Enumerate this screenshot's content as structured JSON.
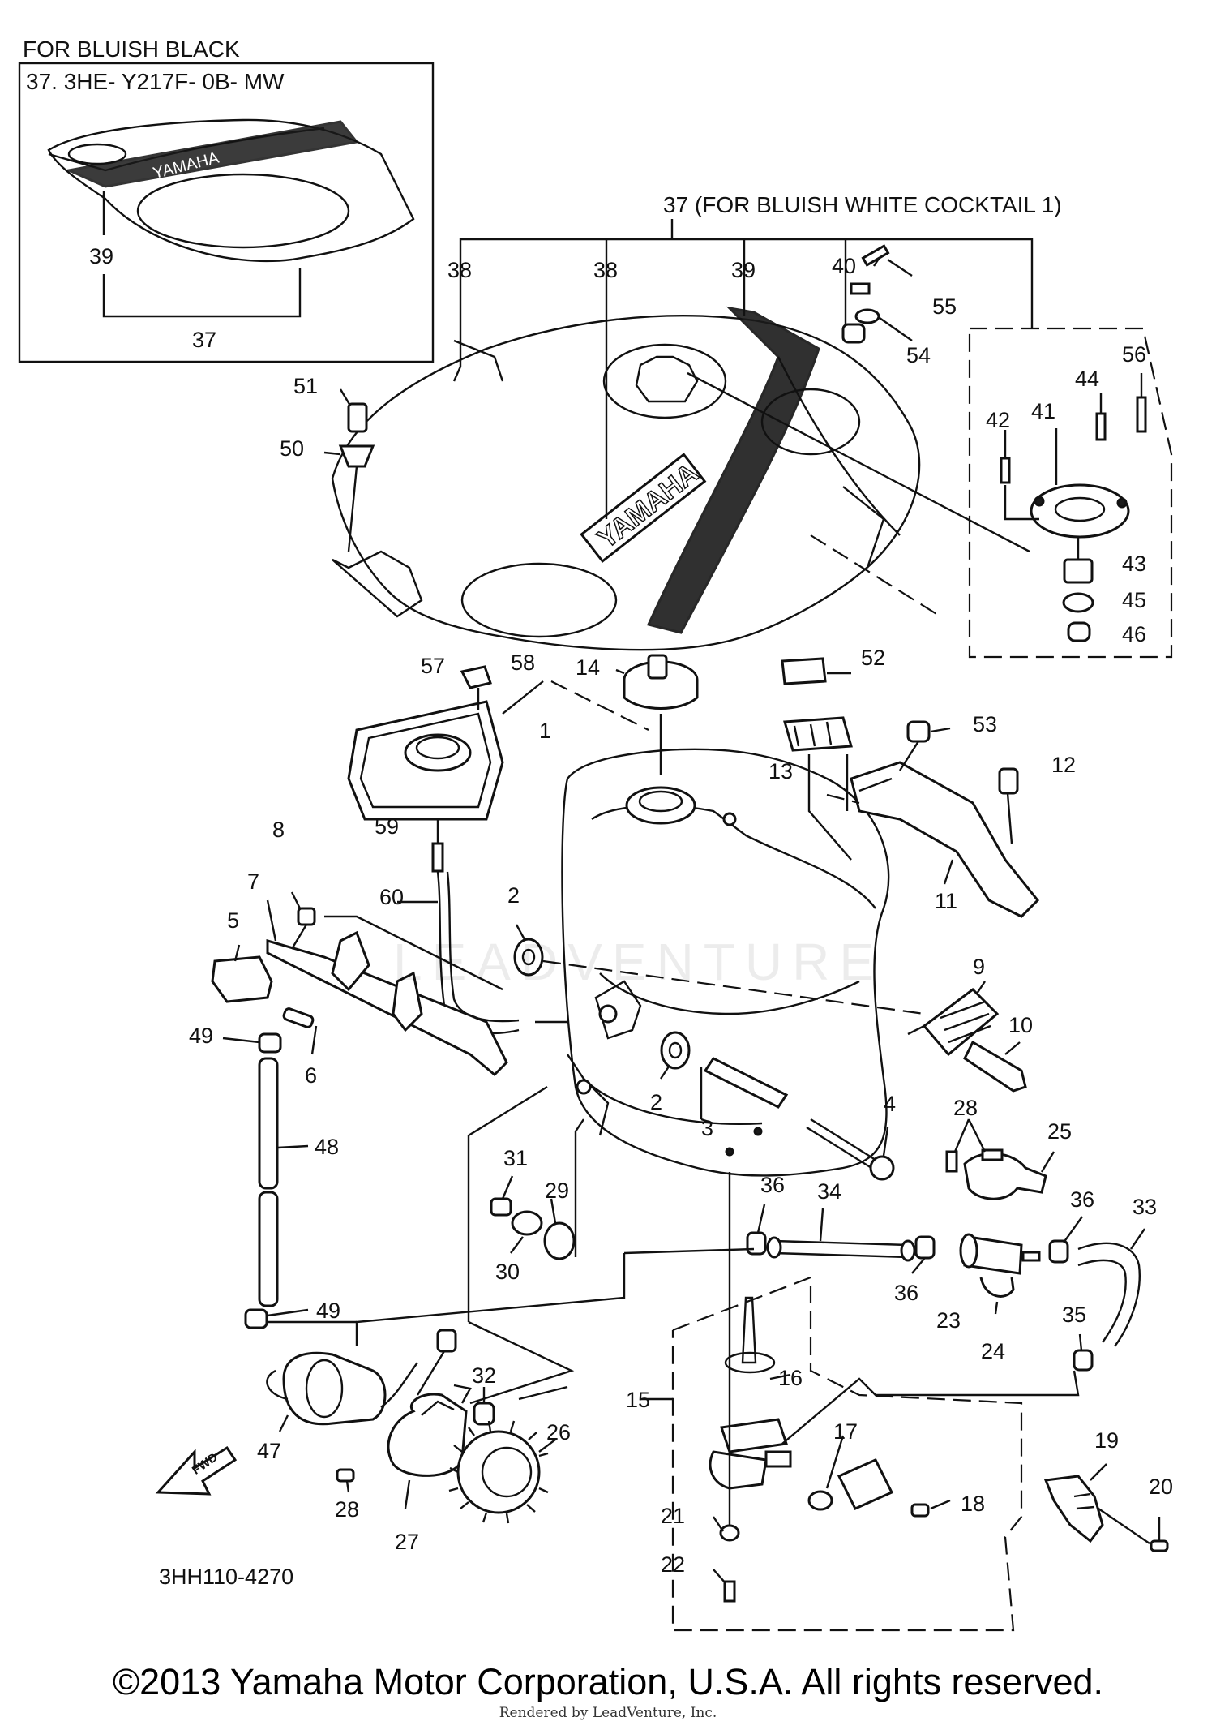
{
  "inset": {
    "title": "FOR BLUISH BLACK",
    "part_code": "37. 3HE- Y217F- 0B- MW",
    "label_39": "39",
    "label_37": "37",
    "logo_text": "YAMAHA"
  },
  "header_37": "37 (FOR BLUISH WHITE COCKTAIL 1)",
  "tank_logo_text": "YAMAHA",
  "diagram_code": "3HH110-4270",
  "fwd_label": "FWD",
  "watermark": "LEADVENTURE",
  "copyright": "©2013 Yamaha Motor Corporation, U.S.A. All rights reserved.",
  "rendered_by": "Rendered by LeadVenture, Inc.",
  "callouts": {
    "c1": "1",
    "c2a": "2",
    "c2b": "2",
    "c3": "3",
    "c4": "4",
    "c5": "5",
    "c6": "6",
    "c7": "7",
    "c8": "8",
    "c9": "9",
    "c10": "10",
    "c11": "11",
    "c12": "12",
    "c13": "13",
    "c14": "14",
    "c15": "15",
    "c16": "16",
    "c17": "17",
    "c18": "18",
    "c19": "19",
    "c20": "20",
    "c21": "21",
    "c22": "22",
    "c23": "23",
    "c24": "24",
    "c25": "25",
    "c26": "26",
    "c27": "27",
    "c28a": "28",
    "c28b": "28",
    "c29": "29",
    "c30": "30",
    "c31": "31",
    "c32": "32",
    "c33": "33",
    "c34": "34",
    "c35": "35",
    "c36a": "36",
    "c36b": "36",
    "c36c": "36",
    "c38a": "38",
    "c38b": "38",
    "c39": "39",
    "c40": "40",
    "c41": "41",
    "c42": "42",
    "c43": "43",
    "c44": "44",
    "c45": "45",
    "c46": "46",
    "c47": "47",
    "c48": "48",
    "c49a": "49",
    "c49b": "49",
    "c50": "50",
    "c51": "51",
    "c52": "52",
    "c53": "53",
    "c54": "54",
    "c55": "55",
    "c56": "56",
    "c57": "57",
    "c58": "58",
    "c59": "59",
    "c60": "60"
  }
}
